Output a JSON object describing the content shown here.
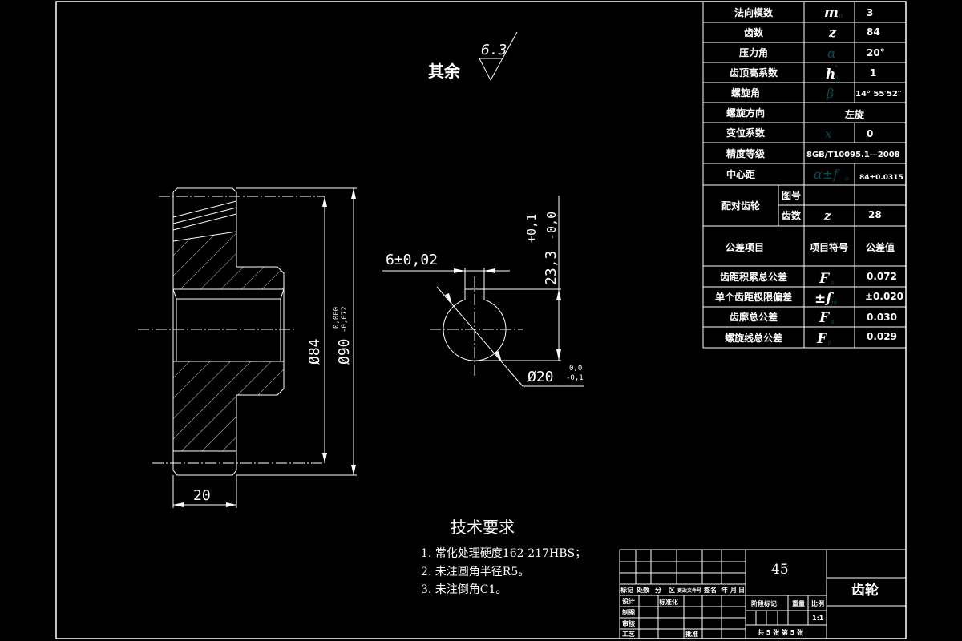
{
  "surface_roughness": {
    "label": "其余",
    "value": "6.3"
  },
  "dimensions": {
    "width_20": "20",
    "dia_84": "Ø84",
    "dia_90": "Ø90",
    "dia_90_tol_upper": "0,000",
    "dia_90_tol_lower": "-0,072",
    "keyway_width": "6±0,02",
    "keyway_depth": "23,3",
    "keyway_depth_tol_upper": "+0,1",
    "keyway_depth_tol_lower": "-0,0",
    "bore_dia": "Ø20",
    "bore_tol_upper": "0,0",
    "bore_tol_lower": "-0,1"
  },
  "params_table": {
    "rows": [
      {
        "name": "法向模数",
        "symbol": "m",
        "sub": "n",
        "value": "3"
      },
      {
        "name": "齿数",
        "symbol": "z",
        "sub": "",
        "value": "84"
      },
      {
        "name": "压力角",
        "symbol": "α",
        "sub": "",
        "value": "20°"
      },
      {
        "name": "齿顶高系数",
        "symbol": "h",
        "sub": "a",
        "sup": "*",
        "value": "1"
      },
      {
        "name": "螺旋角",
        "symbol": "β",
        "sub": "",
        "value": "14° 55′52′′"
      },
      {
        "name": "螺旋方向",
        "symbol": "",
        "sub": "",
        "value": "左旋"
      },
      {
        "name": "变位系数",
        "symbol": "x",
        "sub": "",
        "value": "0"
      },
      {
        "name": "精度等级",
        "symbol": "",
        "sub": "",
        "value": "8GB/T10095.1—2008"
      },
      {
        "name": "中心距",
        "symbol": "α±f",
        "sub": "α",
        "value": "84±0.0315"
      }
    ],
    "mating_gear": {
      "label": "配对齿轮",
      "drawing_no_label": "图号",
      "drawing_no_value": "",
      "teeth_label": "齿数",
      "teeth_symbol": "z",
      "teeth_value": "28"
    },
    "tolerance_header": {
      "item": "公差项目",
      "symbol": "项目符号",
      "value": "公差值"
    },
    "tolerances": [
      {
        "name": "齿距积累总公差",
        "symbol": "F",
        "sub": "p",
        "value": "0.072"
      },
      {
        "name": "单个齿距极限偏差",
        "symbol": "±f",
        "sub": "pt",
        "value": "±0.020"
      },
      {
        "name": "齿廓总公差",
        "symbol": "F",
        "sub": "α",
        "value": "0.030"
      },
      {
        "name": "螺旋线总公差",
        "symbol": "F",
        "sub": "β",
        "value": "0.029"
      }
    ]
  },
  "technical_requirements": {
    "title": "技术要求",
    "items": [
      "1. 常化处理硬度162-217HBS；",
      "2. 未注圆角半径R5。",
      "3. 未注倒角C1。"
    ]
  },
  "title_block": {
    "material": "45",
    "part_name": "齿轮",
    "header_cols": [
      "标记",
      "处数",
      "分",
      "区",
      "更改文件号",
      "签名",
      "年",
      "月",
      "日"
    ],
    "rows": [
      {
        "label": "设计",
        "col3": "标准化"
      },
      {
        "label": "制图",
        "col3": ""
      },
      {
        "label": "审核",
        "col3": ""
      },
      {
        "label": "工艺",
        "col3": "批准"
      }
    ],
    "stage_labels": [
      "阶段标记",
      "重量",
      "比例"
    ],
    "scale": "1:1",
    "sheet_text": "共 5 张 第 5 张"
  }
}
